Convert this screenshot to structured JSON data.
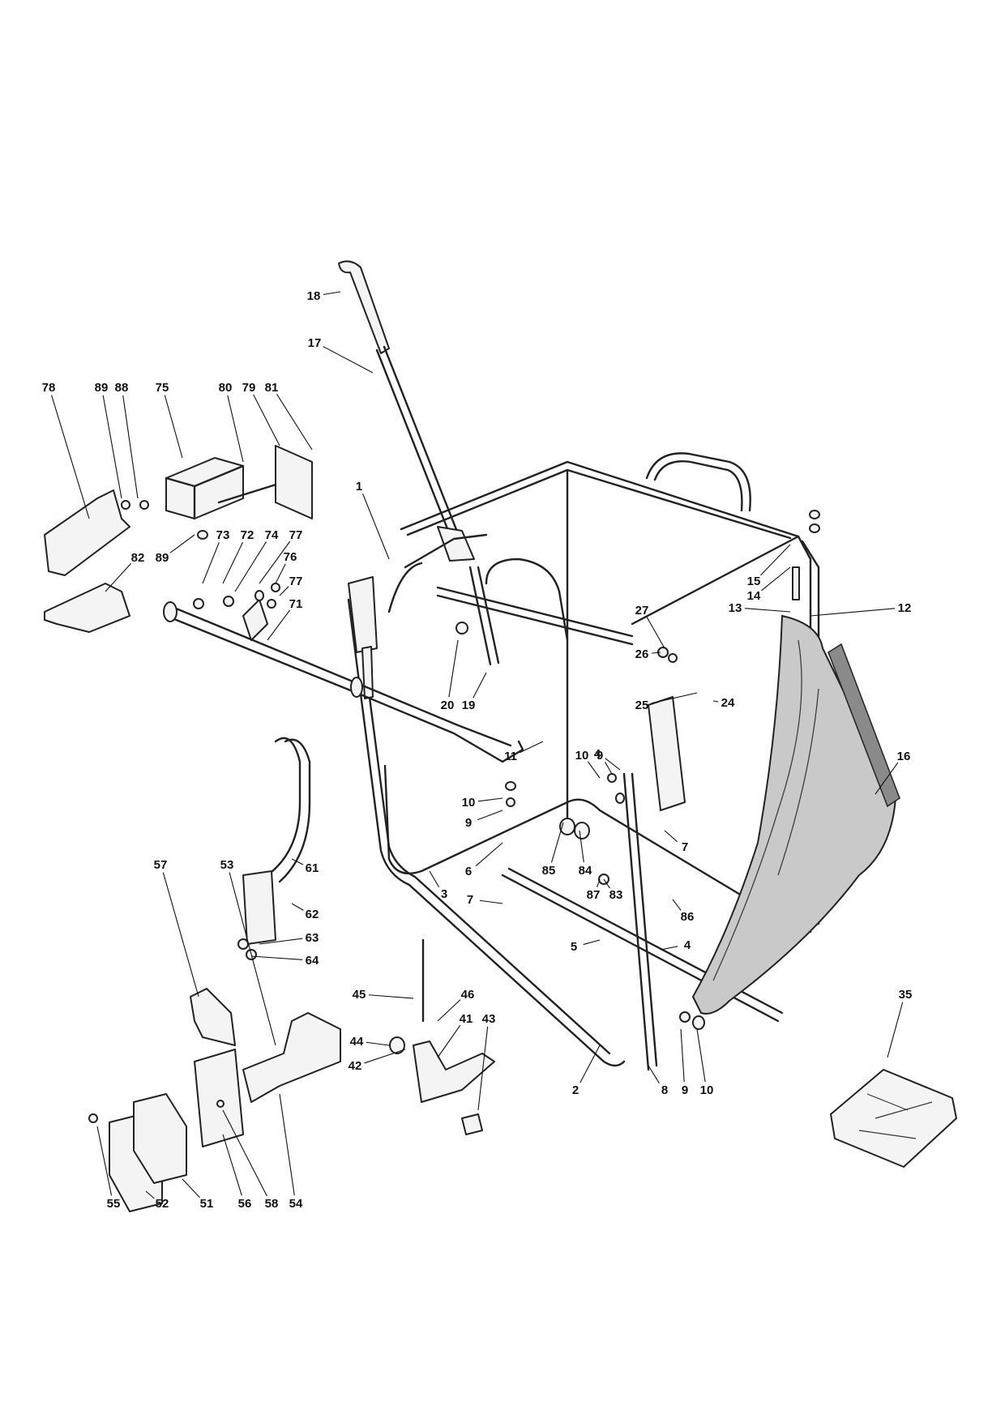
{
  "diagram": {
    "labels": [
      "1",
      "2",
      "3",
      "4",
      "4",
      "5",
      "6",
      "7",
      "7",
      "8",
      "9",
      "9",
      "9",
      "10",
      "10",
      "10",
      "11",
      "12",
      "13",
      "14",
      "15",
      "16",
      "17",
      "18",
      "19",
      "20",
      "24",
      "25",
      "26",
      "27",
      "35",
      "41",
      "42",
      "43",
      "44",
      "45",
      "46",
      "51",
      "52",
      "53",
      "54",
      "55",
      "56",
      "57",
      "58",
      "61",
      "62",
      "63",
      "64",
      "71",
      "72",
      "73",
      "74",
      "75",
      "76",
      "77",
      "77",
      "78",
      "79",
      "80",
      "81",
      "82",
      "83",
      "84",
      "85",
      "86",
      "87",
      "88",
      "89",
      "89"
    ]
  }
}
